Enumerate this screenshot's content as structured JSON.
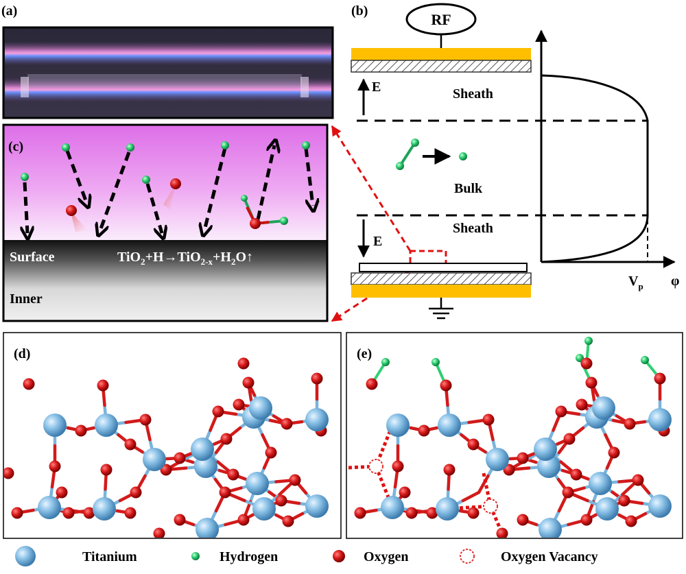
{
  "panels": {
    "a": {
      "label": "(a)"
    },
    "b": {
      "label": "(b)",
      "rf": "RF",
      "field_top": "E",
      "field_bottom": "E",
      "sheath_top": "Sheath",
      "bulk": "Bulk",
      "sheath_bottom": "Sheath",
      "vp_main": "V",
      "vp_sub": "p",
      "phi": "φ"
    },
    "c": {
      "label": "(c)",
      "surface": "Surface",
      "inner": "Inner",
      "reaction": {
        "p1": "TiO",
        "s1": "2",
        "p2": "+H→TiO",
        "s2": "2-x",
        "p3": "+H",
        "s3": "2",
        "p4": "O↑"
      }
    },
    "d": {
      "label": "(d)"
    },
    "e": {
      "label": "(e)"
    }
  },
  "legend": [
    {
      "label": "Titanium",
      "color": "#7ab4dc"
    },
    {
      "label": "Hydrogen",
      "color": "#2ecc71"
    },
    {
      "label": "Oxygen",
      "color": "#cc1111"
    },
    {
      "label": "Oxygen Vacancy",
      "color": "#e03030"
    }
  ]
}
